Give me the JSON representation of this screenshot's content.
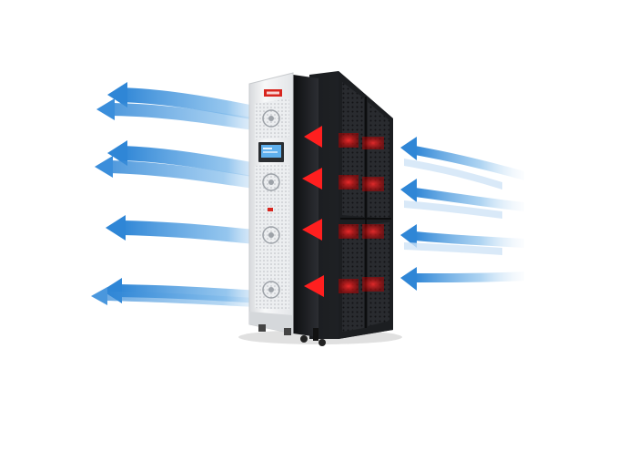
{
  "scene": {
    "subject": "cooling-unit",
    "colors": {
      "background": "#ffffff",
      "cool_air": "#3f8fd8",
      "cool_air_fade": "#e6f1fb",
      "hot_air": "#e31b1b",
      "cabinet_front": "#f2f3f5",
      "cabinet_body": "#16181b",
      "cabinet_side": "#2a2c30",
      "brand_badge": "#d8261f",
      "display_screen": "#5fb0ee"
    },
    "icons": {
      "cool_air_out": "blue-left-arrow",
      "hot_air_in": "red-left-arrow",
      "cool_air_in": "blue-left-arrow",
      "fan": "fan-icon",
      "display": "control-panel-icon",
      "badge": "brand-logo-icon"
    }
  }
}
